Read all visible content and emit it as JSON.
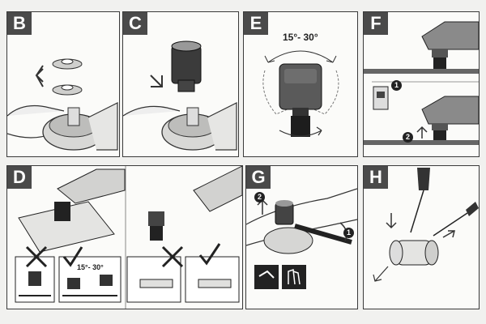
{
  "panels": {
    "b": {
      "label": "B"
    },
    "c": {
      "label": "C"
    },
    "e": {
      "label": "E",
      "angle_text": "15°- 30°"
    },
    "f": {
      "label": "F",
      "step_1": "1",
      "step_2": "2"
    },
    "d": {
      "label": "D",
      "angle_text": "15°- 30°"
    },
    "g": {
      "label": "G",
      "step_1": "1",
      "step_2": "2"
    },
    "h": {
      "label": "H"
    }
  },
  "icons": [
    "grinder-icon",
    "spanner-icon",
    "arrow-icon",
    "check-icon",
    "cross-icon",
    "glove-icon",
    "safety-icon"
  ]
}
